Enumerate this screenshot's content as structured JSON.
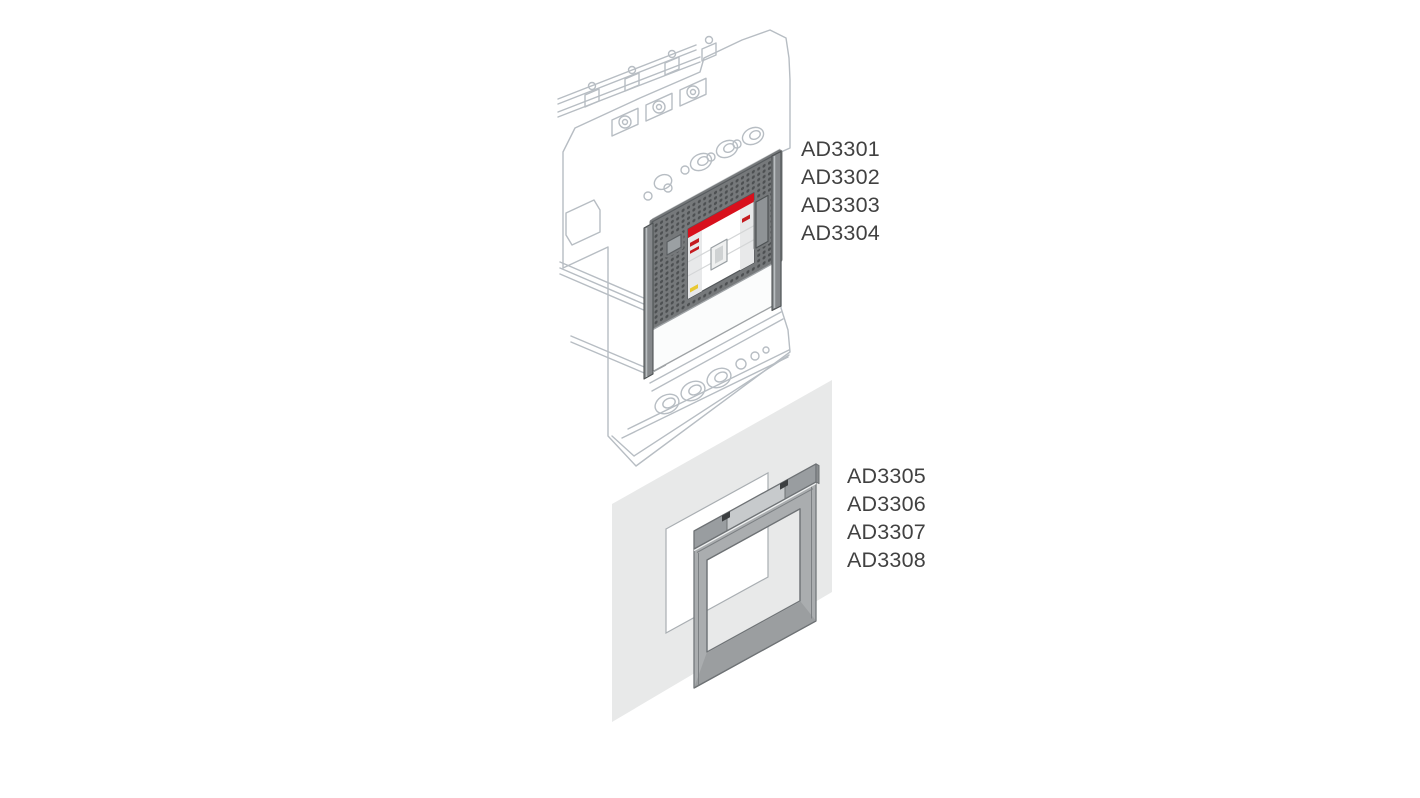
{
  "figures": {
    "top": {
      "part_labels": [
        "AD3301",
        "AD3302",
        "AD3303",
        "AD3304"
      ]
    },
    "bottom": {
      "part_labels": [
        "AD3305",
        "AD3306",
        "AD3307",
        "AD3308"
      ]
    }
  },
  "colors": {
    "accent_red": "#d8101c",
    "detail_red": "#c41a1f",
    "yellow_marker": "#e8c832",
    "cover_gray": "#76797b",
    "cover_dot": "#4d5052",
    "rail_gray": "#85888b",
    "panel_gray": "#e8e9e9",
    "frame_gray": "#aaadaf",
    "frame_sill_gray": "#9b9ea0",
    "bar_dark_gray": "#999da0",
    "bar_light_gray": "#c7cacc",
    "line_art_gray": "#b7bdc3",
    "label_text": "#414141"
  }
}
